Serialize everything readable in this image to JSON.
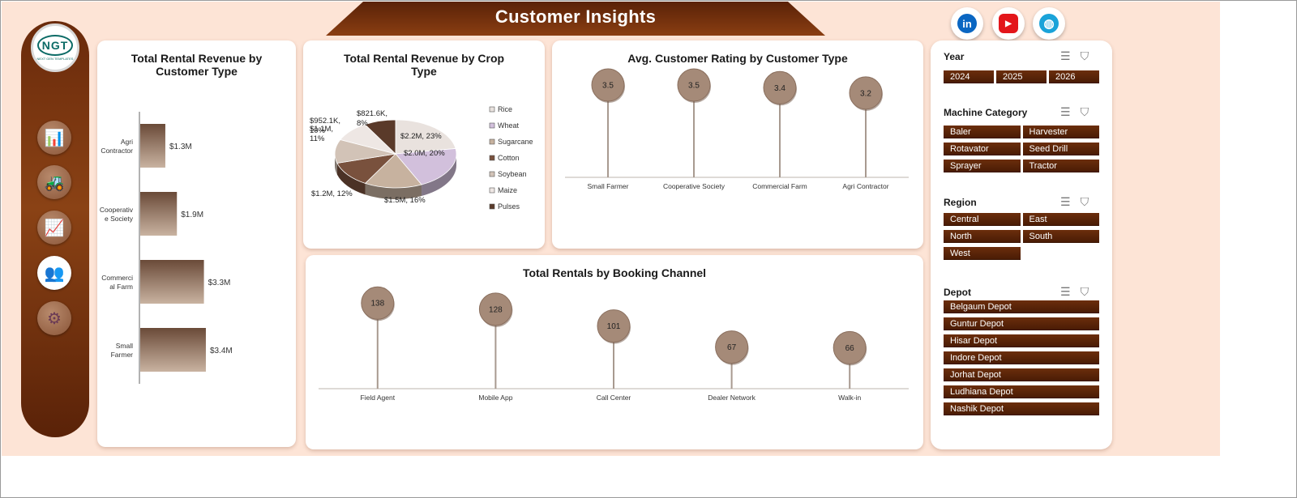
{
  "header": {
    "title": "Customer Insights"
  },
  "social": [
    {
      "name": "linkedin-icon",
      "glyph": "in",
      "color": "#0a66c2"
    },
    {
      "name": "youtube-icon",
      "glyph": "▶",
      "color": "#e3161b"
    },
    {
      "name": "website-icon",
      "glyph": "◍",
      "color": "#1aa3d9"
    }
  ],
  "logo": {
    "mark": "NGT",
    "sub": "NEXT GEN TEMPLATES"
  },
  "nav": [
    {
      "name": "nav-dashboard-icon",
      "glyph": "📊"
    },
    {
      "name": "nav-machine-icon",
      "glyph": "🚜"
    },
    {
      "name": "nav-trend-icon",
      "glyph": "📈"
    },
    {
      "name": "nav-customers-icon",
      "glyph": "👥"
    },
    {
      "name": "nav-settings-icon",
      "glyph": "⚙"
    }
  ],
  "charts": {
    "revenue_by_customer": {
      "title_l1": "Total Rental Revenue by",
      "title_l2": "Customer Type"
    },
    "revenue_by_crop": {
      "title_l1": "Total Rental Revenue by Crop",
      "title_l2": "Type"
    },
    "rating": {
      "title": "Avg. Customer Rating by Customer Type"
    },
    "booking": {
      "title": "Total Rentals by Booking Channel"
    }
  },
  "chart_data": [
    {
      "type": "bar",
      "title": "Total Rental Revenue by Customer Type",
      "categories": [
        "Agri Contractor",
        "Cooperative Society",
        "Commercial Farm",
        "Small Farmer"
      ],
      "category_lines": [
        [
          "Agri",
          "Contractor"
        ],
        [
          "Cooperativ",
          "e Society"
        ],
        [
          "Commerci",
          "al Farm"
        ],
        [
          "Small",
          "Farmer"
        ]
      ],
      "values": [
        1.3,
        1.9,
        3.3,
        3.4
      ],
      "data_labels": [
        "$1.3M",
        "$1.9M",
        "$3.3M",
        "$3.4M"
      ],
      "xlim": [
        0,
        4.2
      ]
    },
    {
      "type": "pie",
      "title": "Total Rental Revenue by Crop Type",
      "categories": [
        "Rice",
        "Wheat",
        "Sugarcane",
        "Cotton",
        "Soybean",
        "Maize",
        "Pulses"
      ],
      "values": [
        2.2,
        2.0,
        1.5,
        1.2,
        1.1,
        0.9521,
        0.8216
      ],
      "percent": [
        23,
        20,
        16,
        12,
        11,
        10,
        8
      ],
      "data_labels": [
        "$2.2M, 23%",
        "$2.0M, 20%",
        "$1.5M, 16%",
        "$1.2M, 12%",
        "$1.1M, 11%",
        "$952.1K, 10%",
        "$821.6K, 8%"
      ],
      "label_lines": [
        [
          "$2.2M, 23%"
        ],
        [
          "$2.0M, 20%"
        ],
        [
          "$1.5M, 16%"
        ],
        [
          "$1.2M, 12%"
        ],
        [
          "$1.1M,",
          "11%"
        ],
        [
          "$952.1K,",
          "10%"
        ],
        [
          "$821.6K,",
          "8%"
        ]
      ],
      "colors": [
        "#e9e2de",
        "#d2c0dc",
        "#c7b29f",
        "#79513d",
        "#d2c3b7",
        "#eee7e4",
        "#5a3a2a"
      ],
      "legend_position": "right"
    },
    {
      "type": "scatter",
      "title": "Avg. Customer Rating by Customer Type",
      "categories": [
        "Small Farmer",
        "Cooperative Society",
        "Commercial Farm",
        "Agri Contractor"
      ],
      "values": [
        3.5,
        3.5,
        3.4,
        3.2
      ],
      "ylim": [
        0,
        4.3
      ]
    },
    {
      "type": "scatter",
      "title": "Total Rentals by Booking Channel",
      "categories": [
        "Field Agent",
        "Mobile App",
        "Call Center",
        "Dealer Network",
        "Walk-in"
      ],
      "values": [
        138,
        128,
        101,
        67,
        66
      ],
      "ylim": [
        0,
        180
      ]
    }
  ],
  "filters": {
    "year": {
      "label": "Year",
      "items": [
        "2024",
        "2025",
        "2026"
      ]
    },
    "machine": {
      "label": "Machine Category",
      "items": [
        "Baler",
        "Harvester",
        "Rotavator",
        "Seed Drill",
        "Sprayer",
        "Tractor"
      ]
    },
    "region": {
      "label": "Region",
      "items": [
        "Central",
        "East",
        "North",
        "South",
        "West"
      ]
    },
    "depot": {
      "label": "Depot",
      "items": [
        "Belgaum Depot",
        "Guntur Depot",
        "Hisar Depot",
        "Indore Depot",
        "Jorhat Depot",
        "Ludhiana Depot",
        "Nashik Depot"
      ]
    },
    "icons": {
      "multiselect": "multiselect-icon",
      "clear": "clear-filter-icon",
      "multiselect_glyph": "☰",
      "clear_glyph": "⛉"
    }
  },
  "colors": {
    "brown_dark": "#4a1c05",
    "brown": "#6b2e0c",
    "panel_bg": "#fde4d6",
    "lollipop": "#a08472"
  }
}
